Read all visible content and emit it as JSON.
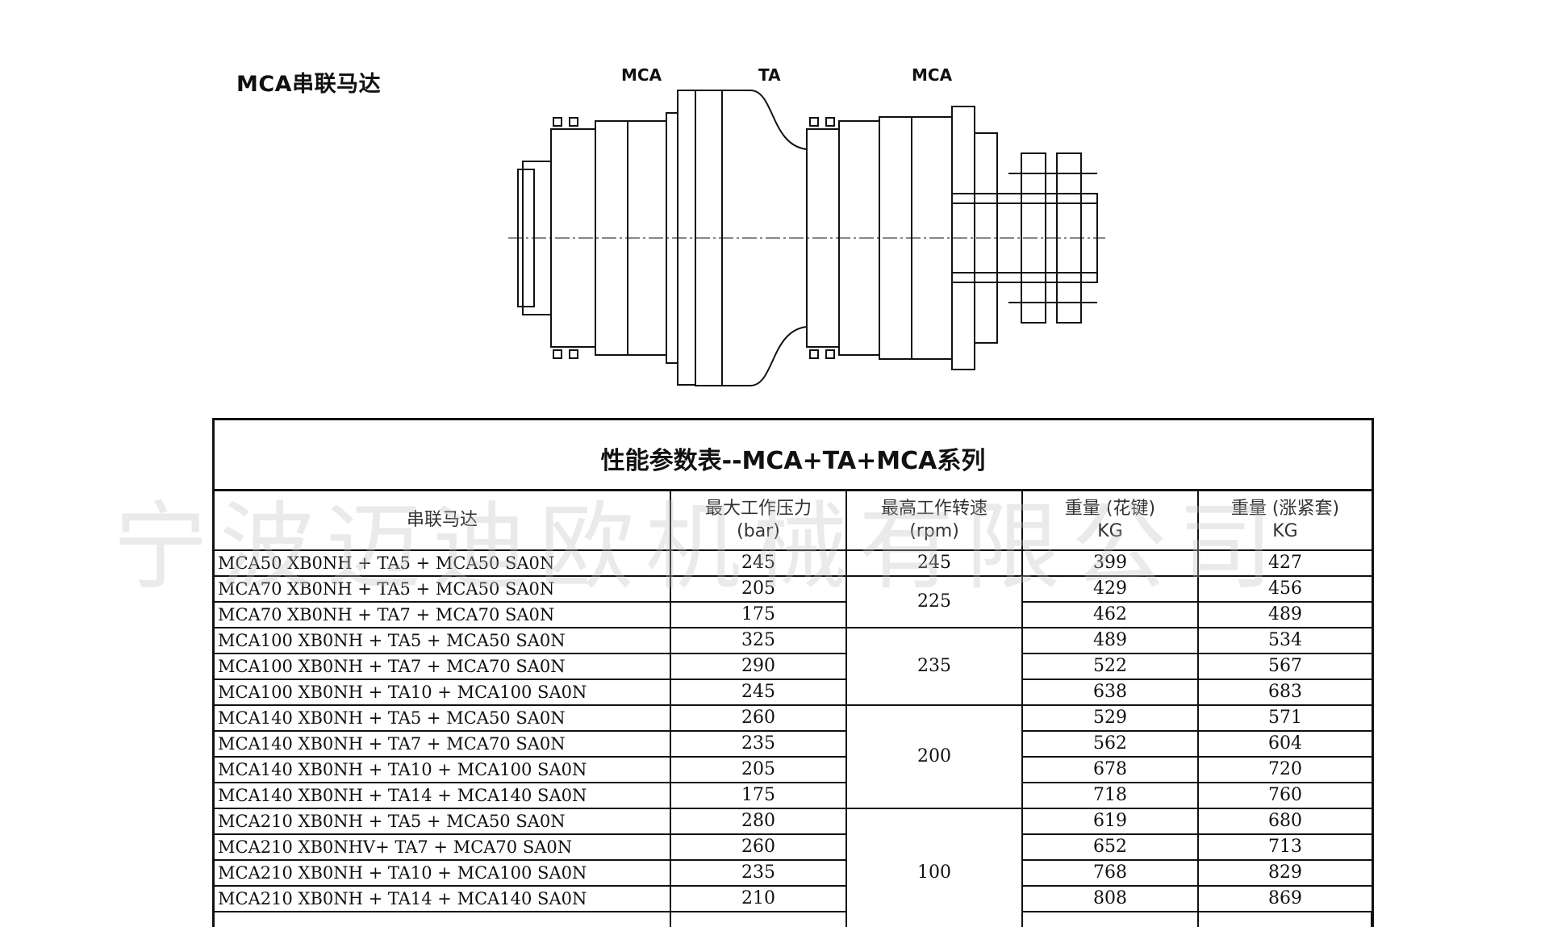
{
  "doc_title": "MCA串联马达",
  "drawing_labels": [
    "MCA",
    "TA",
    "MCA"
  ],
  "watermark": "宁波迈迪欧机械有限公司",
  "table": {
    "title": "性能参数表--MCA+TA+MCA系列",
    "headers": [
      {
        "line1": "串联马达",
        "line2": ""
      },
      {
        "line1": "最大工作压力",
        "line2": "(bar)"
      },
      {
        "line1": "最高工作转速",
        "line2": "(rpm)"
      },
      {
        "line1": "重量 (花键)",
        "line2": "KG"
      },
      {
        "line1": "重量 (涨紧套)",
        "line2": "KG"
      }
    ],
    "rows": [
      {
        "model": "MCA50 XB0NH  + TA5  + MCA50 SA0N",
        "pressure": "245",
        "speed": "245",
        "speed_rowspan": 1,
        "w_spline": "399",
        "w_lock": "427"
      },
      {
        "model": "MCA70 XB0NH  + TA5  + MCA50 SA0N",
        "pressure": "205",
        "speed": "225",
        "speed_rowspan": 2,
        "w_spline": "429",
        "w_lock": "456"
      },
      {
        "model": "MCA70 XB0NH  + TA7  + MCA70 SA0N",
        "pressure": "175",
        "speed": null,
        "speed_rowspan": 0,
        "w_spline": "462",
        "w_lock": "489"
      },
      {
        "model": "MCA100 XB0NH + TA5  + MCA50 SA0N",
        "pressure": "325",
        "speed": "235",
        "speed_rowspan": 3,
        "w_spline": "489",
        "w_lock": "534"
      },
      {
        "model": "MCA100 XB0NH + TA7  + MCA70 SA0N",
        "pressure": "290",
        "speed": null,
        "speed_rowspan": 0,
        "w_spline": "522",
        "w_lock": "567"
      },
      {
        "model": "MCA100 XB0NH + TA10 + MCA100 SA0N",
        "pressure": "245",
        "speed": null,
        "speed_rowspan": 0,
        "w_spline": "638",
        "w_lock": "683"
      },
      {
        "model": "MCA140 XB0NH + TA5  + MCA50 SA0N",
        "pressure": "260",
        "speed": "200",
        "speed_rowspan": 4,
        "w_spline": "529",
        "w_lock": "571"
      },
      {
        "model": "MCA140 XB0NH + TA7  + MCA70 SA0N",
        "pressure": "235",
        "speed": null,
        "speed_rowspan": 0,
        "w_spline": "562",
        "w_lock": "604"
      },
      {
        "model": "MCA140 XB0NH + TA10 + MCA100 SA0N",
        "pressure": "205",
        "speed": null,
        "speed_rowspan": 0,
        "w_spline": "678",
        "w_lock": "720"
      },
      {
        "model": "MCA140 XB0NH + TA14 + MCA140 SA0N",
        "pressure": "175",
        "speed": null,
        "speed_rowspan": 0,
        "w_spline": "718",
        "w_lock": "760"
      },
      {
        "model": "MCA210 XB0NH + TA5  + MCA50 SA0N",
        "pressure": "280",
        "speed": "100",
        "speed_rowspan": 5,
        "w_spline": "619",
        "w_lock": "680"
      },
      {
        "model": "MCA210 XB0NHV+ TA7  + MCA70 SA0N",
        "pressure": "260",
        "speed": null,
        "speed_rowspan": 0,
        "w_spline": "652",
        "w_lock": "713"
      },
      {
        "model": "MCA210 XB0NH + TA10 + MCA100 SA0N",
        "pressure": "235",
        "speed": null,
        "speed_rowspan": 0,
        "w_spline": "768",
        "w_lock": "829"
      },
      {
        "model": "MCA210 XB0NH + TA14 + MCA140 SA0N",
        "pressure": "210",
        "speed": null,
        "speed_rowspan": 0,
        "w_spline": "808",
        "w_lock": "869"
      },
      {
        "model": "",
        "pressure": "",
        "speed": null,
        "speed_rowspan": 0,
        "w_spline": "",
        "w_lock": ""
      }
    ]
  }
}
